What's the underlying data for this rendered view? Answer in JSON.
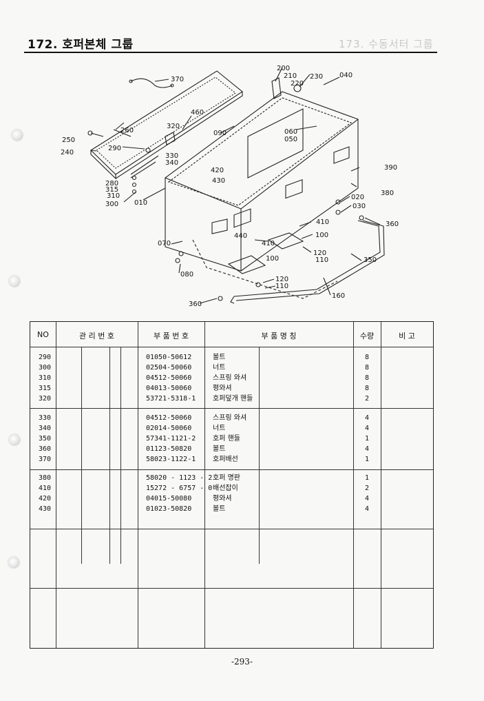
{
  "page": {
    "title": "172. 호퍼본체 그룹",
    "ghost_title": "173. 수동서터 그룹",
    "page_number": "-293-"
  },
  "diagram": {
    "callouts": [
      "370",
      "200",
      "210",
      "220",
      "230",
      "040",
      "460",
      "260",
      "320",
      "090",
      "060",
      "050",
      "250",
      "240",
      "290",
      "330",
      "340",
      "420",
      "430",
      "390",
      "380",
      "280",
      "315",
      "310",
      "300",
      "010",
      "020",
      "030",
      "410",
      "100",
      "360",
      "440",
      "070",
      "120",
      "110",
      "350",
      "080",
      "160"
    ]
  },
  "table": {
    "headers": {
      "no": "NO",
      "mgmt_no": "관 리 번 호",
      "part_no": "부 품 번 호",
      "part_name": "부   품   명   칭",
      "qty": "수량",
      "remarks": "비 고"
    },
    "groups": [
      {
        "rows": [
          {
            "no": "290",
            "part_no": "01050-50612",
            "name": "볼트",
            "qty": "8"
          },
          {
            "no": "300",
            "part_no": "02504-50060",
            "name": "너트",
            "qty": "8"
          },
          {
            "no": "310",
            "part_no": "04512-50060",
            "name": "스프링 와셔",
            "qty": "8"
          },
          {
            "no": "315",
            "part_no": "04013-50060",
            "name": "평와셔",
            "qty": "8"
          },
          {
            "no": "320",
            "part_no": "53721-5318-1",
            "name": "호퍼덮개 핸들",
            "qty": "2"
          }
        ]
      },
      {
        "rows": [
          {
            "no": "330",
            "part_no": "04512-50060",
            "name": "스프링 와셔",
            "qty": "4"
          },
          {
            "no": "340",
            "part_no": "02014-50060",
            "name": "너트",
            "qty": "4"
          },
          {
            "no": "350",
            "part_no": "57341-1121-2",
            "name": "호퍼 핸들",
            "qty": "1"
          },
          {
            "no": "360",
            "part_no": "01123-50820",
            "name": "볼트",
            "qty": "4"
          },
          {
            "no": "370",
            "part_no": "58023-1122-1",
            "name": "호퍼배선",
            "qty": "1"
          }
        ]
      },
      {
        "rows": [
          {
            "no": "380",
            "part_no": "58020 - 1123 - 2",
            "name": "호퍼 명판",
            "qty": "1"
          },
          {
            "no": "410",
            "part_no": "15272 - 6757 - 0",
            "name": "배선잡이",
            "qty": "2"
          },
          {
            "no": "420",
            "part_no": "04015-50080",
            "name": "평와셔",
            "qty": "4"
          },
          {
            "no": "430",
            "part_no": "01023-50820",
            "name": "볼트",
            "qty": "4"
          }
        ]
      }
    ]
  }
}
